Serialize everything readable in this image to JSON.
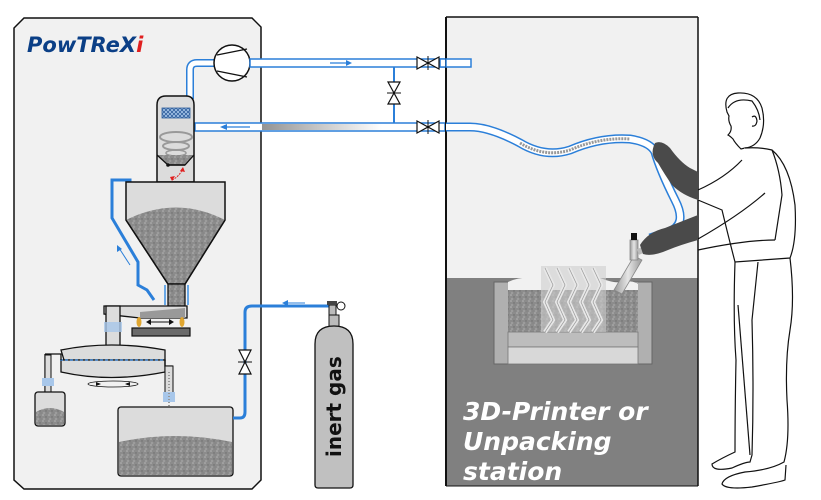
{
  "title": {
    "main": "PowTReX",
    "accent": "i",
    "main_color": "#0b3f86",
    "accent_color": "#e01f1f"
  },
  "station": {
    "lines": [
      "3D-Printer or",
      "Unpacking",
      "station"
    ]
  },
  "gas_cylinder": {
    "label": "inert gas"
  },
  "colors": {
    "pipe_blue": "#2b7fd9",
    "pipe_fill": "#ffffff",
    "panel_bg": "#f1f1f1",
    "floor_gray": "#808080",
    "powder_gray": "#8a8a8a",
    "cylinder_gray": "#c0c0c0",
    "glove_dark": "#4a4a4a",
    "red_arrow": "#e02020",
    "brass": "#e0a630"
  }
}
